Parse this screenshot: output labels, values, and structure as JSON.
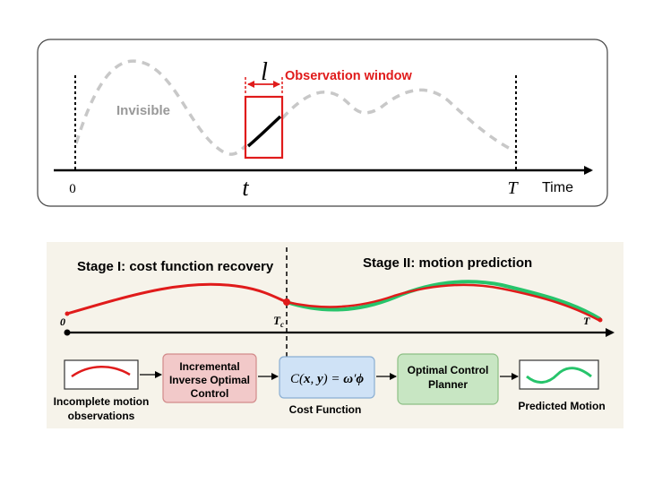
{
  "top_panel": {
    "window_length_label": "l",
    "observation_window_label": "Observation window",
    "invisible_label": "Invisible",
    "tick_zero": "0",
    "tick_t": "t",
    "tick_T": "T",
    "axis_label": "Time"
  },
  "bottom_panel": {
    "stage1_title": "Stage I: cost function recovery",
    "stage2_title": "Stage II: motion prediction",
    "origin_label": "0",
    "tc_label": "T",
    "tc_subscript": "c",
    "end_label": "T",
    "input_label_line1": "Incomplete motion",
    "input_label_line2": "observations",
    "ioc_box_line1": "Incremental",
    "ioc_box_line2": "Inverse Optimal",
    "ioc_box_line3": "Control",
    "cost_function_label": "Cost Function",
    "planner_box_line1": "Optimal Control",
    "planner_box_line2": "Planner",
    "output_label": "Predicted Motion"
  },
  "colors": {
    "red": "#e01b1b",
    "green": "#27c46b",
    "gray_dashed": "#c8c8c8",
    "panel_bg": "#f6f3ea",
    "ioc_box_fill": "#f2c9c9",
    "cost_box_fill": "#cfe2f6",
    "planner_box_fill": "#c8e6c3",
    "obs_window_label": "#e01b1b"
  }
}
